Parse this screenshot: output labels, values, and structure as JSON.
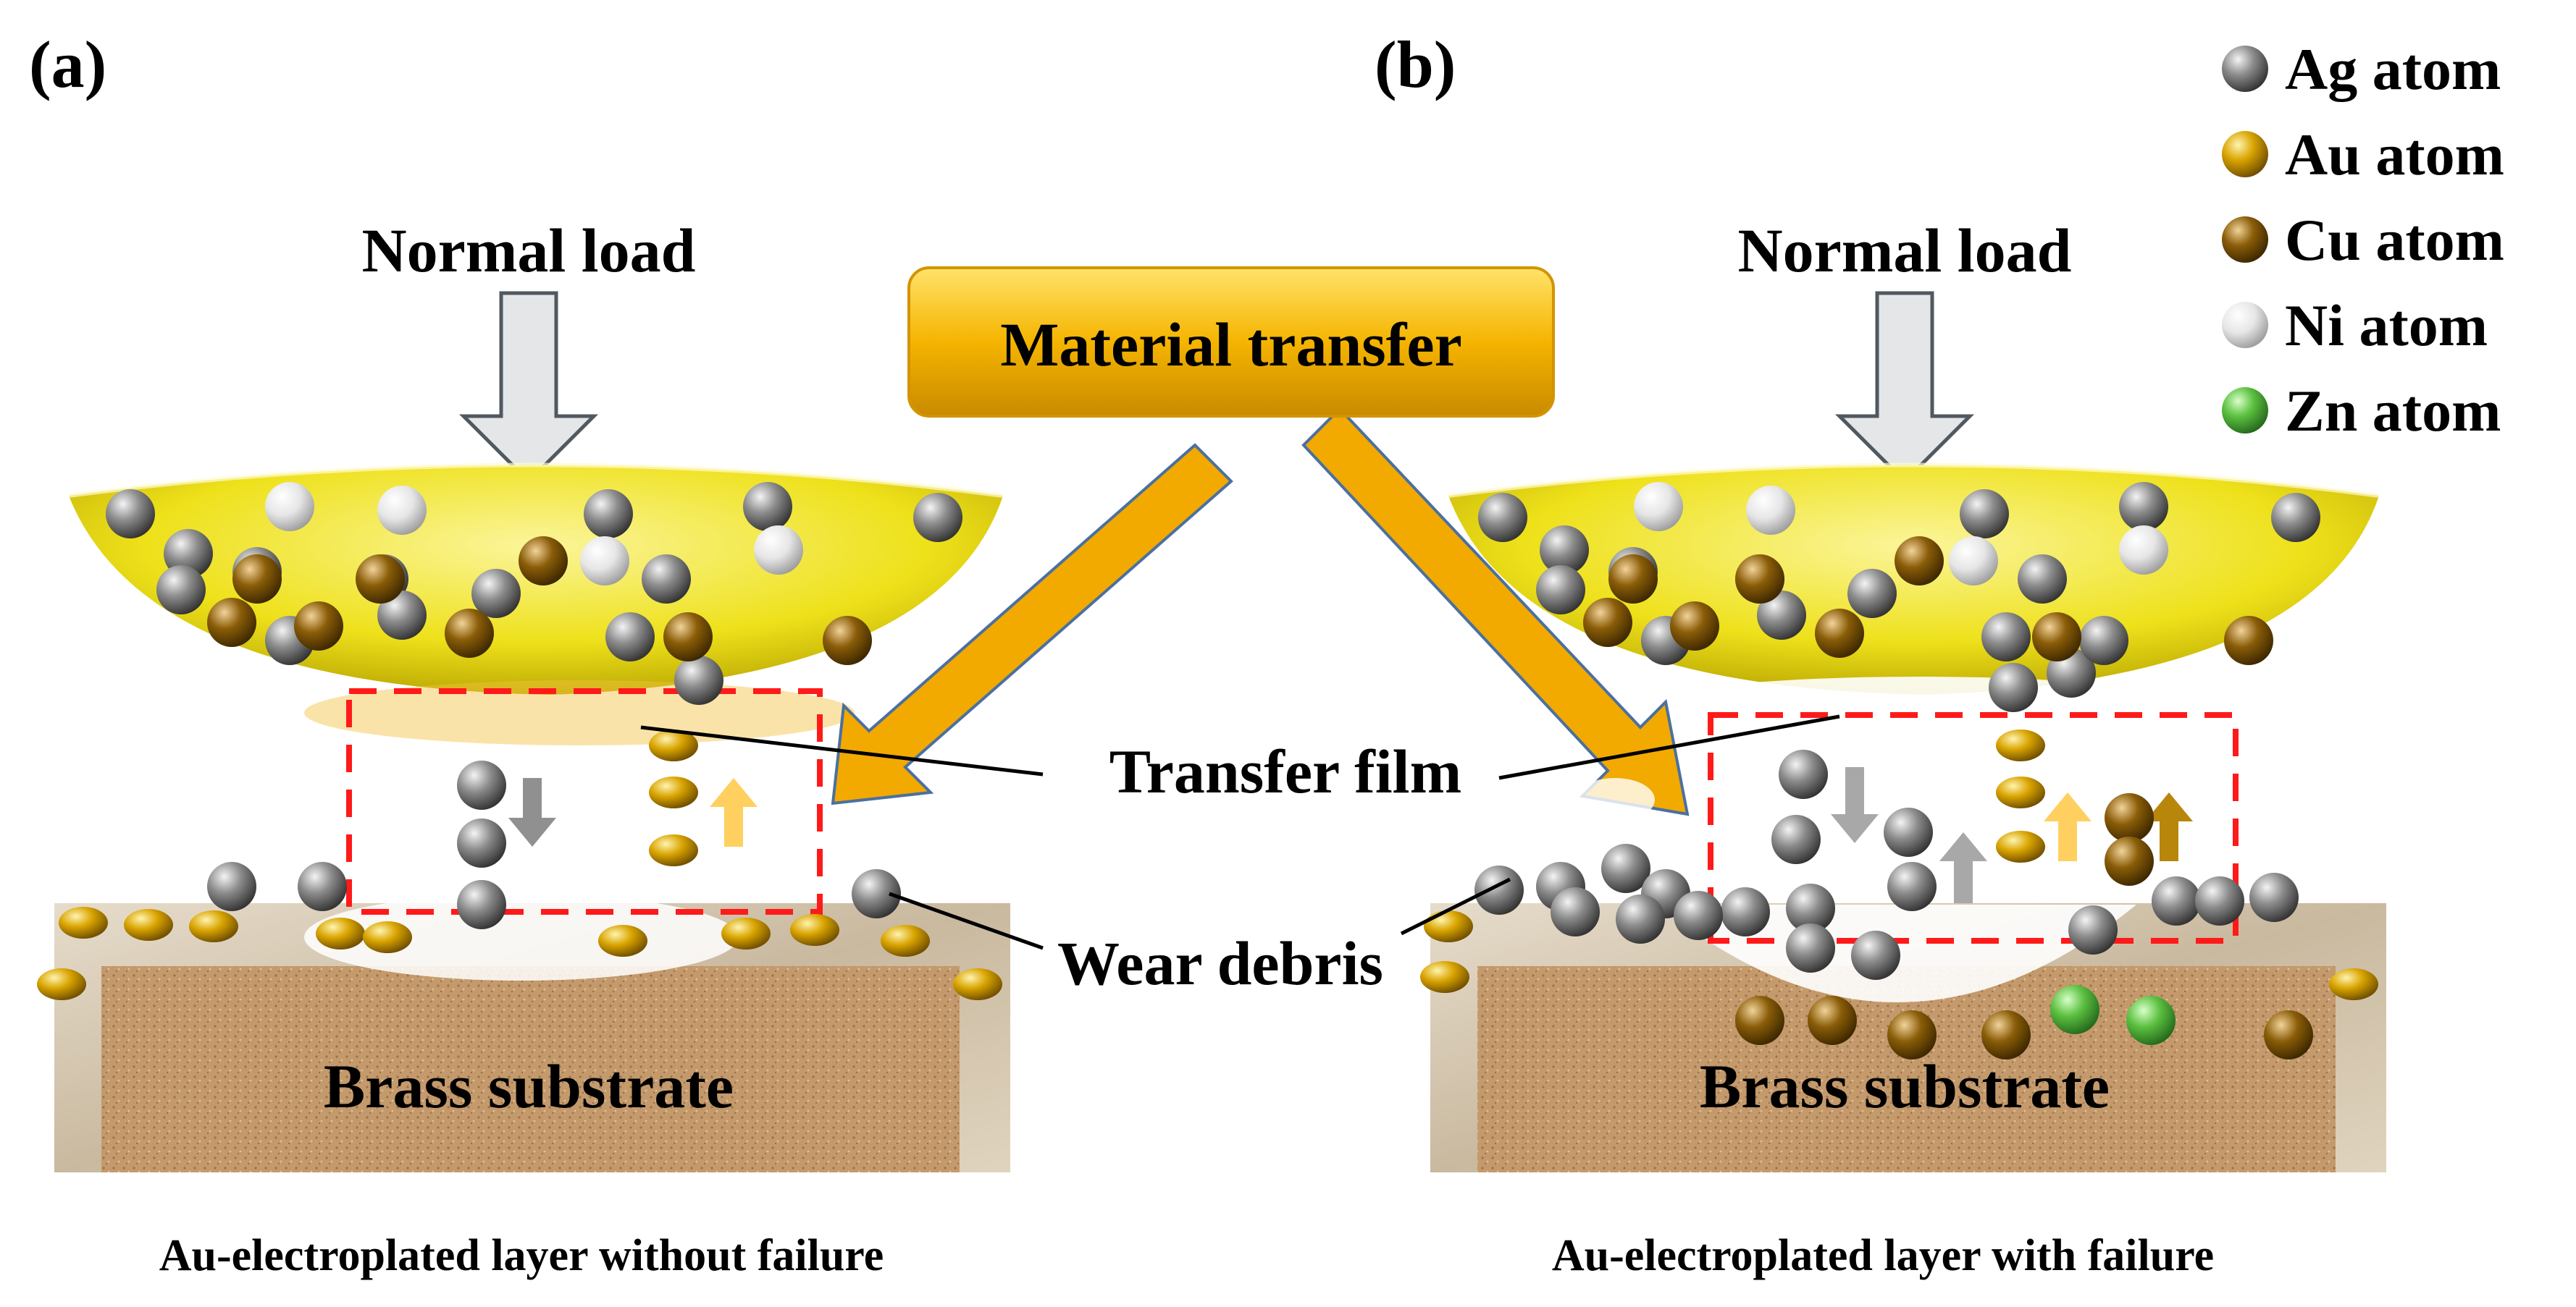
{
  "panels": {
    "a": {
      "label": "(a)",
      "load_label": "Normal load",
      "substrate_label": "Brass substrate",
      "caption": "Au-electroplated layer without failure"
    },
    "b": {
      "label": "(b)",
      "load_label": "Normal load",
      "substrate_label": "Brass substrate",
      "caption": "Au-electroplated layer with failure"
    }
  },
  "center": {
    "material_transfer": "Material transfer",
    "transfer_film": "Transfer film",
    "wear_debris": "Wear debris"
  },
  "legend": [
    {
      "label": "Ag atom",
      "color": "#8a8a8a"
    },
    {
      "label": "Au atom",
      "color": "#d9a400"
    },
    {
      "label": "Cu atom",
      "color": "#8a5d08"
    },
    {
      "label": "Ni atom",
      "color": "#e8e8e8"
    },
    {
      "label": "Zn atom",
      "color": "#5cc040"
    }
  ],
  "colors": {
    "pin": "#f2e61a",
    "accent_arrow": "#f2a900",
    "highlight_box": "#ff1a1a",
    "substrate": "#c49a6c",
    "substrate_rim": "#d8cbb5"
  }
}
